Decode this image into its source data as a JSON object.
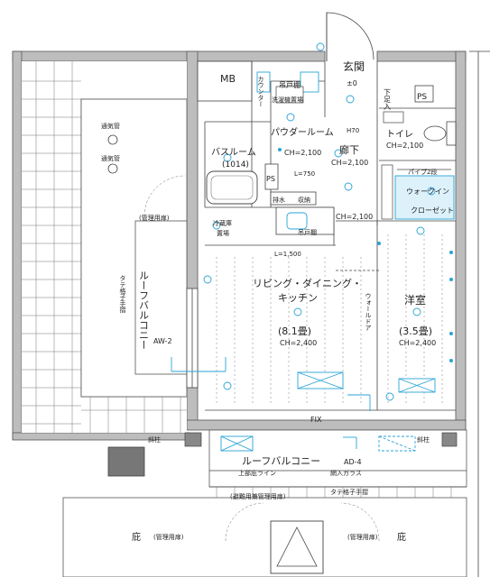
{
  "rooms": {
    "entrance": "玄関",
    "mb": "MB",
    "ps_top": "PS",
    "ps_mid": "PS",
    "shoe_box": "下足入",
    "counter": "カウンター",
    "hanging_shelf_1": "吊戸棚",
    "washer_space": "洗濯機置場",
    "powder_room": "パウダールーム",
    "powder_ch": "CH=2,100",
    "bathroom": "バスルーム",
    "bathroom_size": "(1014)",
    "hallway": "廊下",
    "hallway_ch": "CH=2,100",
    "hallway_ch2": "CH=2,100",
    "toilet": "トイレ",
    "toilet_ch": "CH=2,100",
    "h70": "H70",
    "pipe": "パイプ2段",
    "walkin": "ウォークイン",
    "closet": "クローゼット",
    "fridge": "冷蔵庫",
    "fridge2": "置場",
    "hanging_shelf_2": "吊戸棚",
    "drain_shelf": "排水",
    "storage": "収納",
    "l750": "L=750",
    "l1500": "L=1,500",
    "ldk_1": "リビング・ダイニング・",
    "ldk_2": "キッチン",
    "ldk_size": "(8.1畳)",
    "ldk_ch": "CH=2,400",
    "wall_door": "ウォールドア",
    "western": "洋室",
    "western_size": "(3.5畳)",
    "western_ch": "CH=2,400",
    "fix": "FIX",
    "roof_balcony_left": "ルーフバルコニー",
    "aw2": "AW-2",
    "grille_left": "タテ格子手摺",
    "vent1": "通気管",
    "vent2": "通気管",
    "managed_door_top": "(管理用扉)",
    "slope_left": "斜柱",
    "slope_right": "斜柱",
    "roof_balcony_bottom": "ルーフバルコニー",
    "ad4": "AD-4",
    "upper_eave": "上部庇ライン",
    "wire_glass": "網入ガラス",
    "grille_bottom": "タテ格子手摺",
    "evac_door": "(避難用兼管理用扉)",
    "eave_left": "庇",
    "eave_right": "庇",
    "managed_left": "(管理用扉)",
    "managed_right": "(管理用扉)",
    "plus_zero": "±0"
  }
}
